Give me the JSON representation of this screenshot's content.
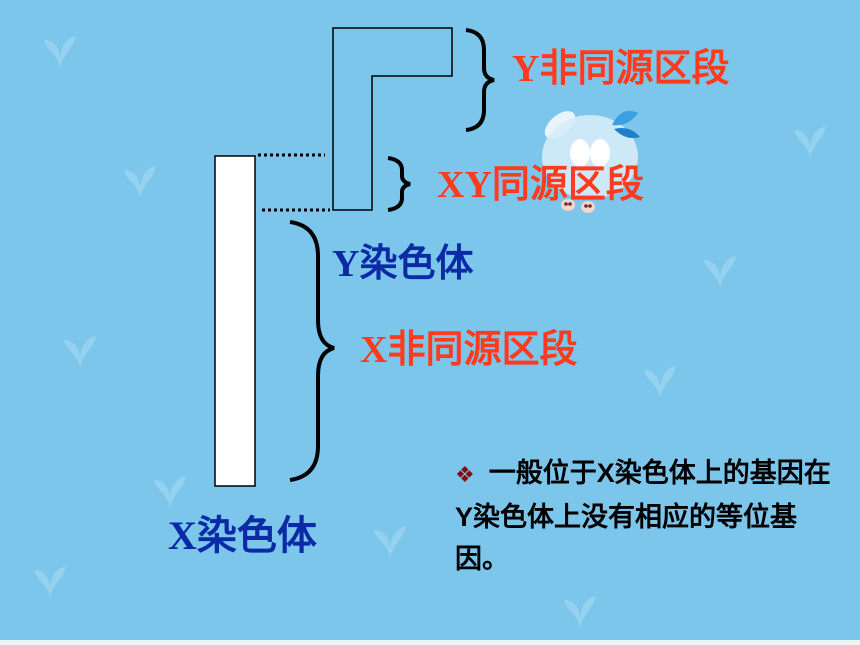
{
  "diagram": {
    "labels": {
      "y_nonhomologous": "Y非同源区段",
      "xy_homologous": "XY同源区段",
      "y_chromosome": "Y染色体",
      "x_nonhomologous": "X非同源区段",
      "x_chromosome": "X染色体"
    },
    "note": {
      "bullet_icon": "diamond-bullet-icon",
      "text": "一般位于X染色体上的基因在Y染色体上没有相应的等位基因。"
    },
    "colors": {
      "background": "#7cc6ec",
      "red_label": "#ff3b1f",
      "blue_label": "#0b2aa6"
    }
  }
}
